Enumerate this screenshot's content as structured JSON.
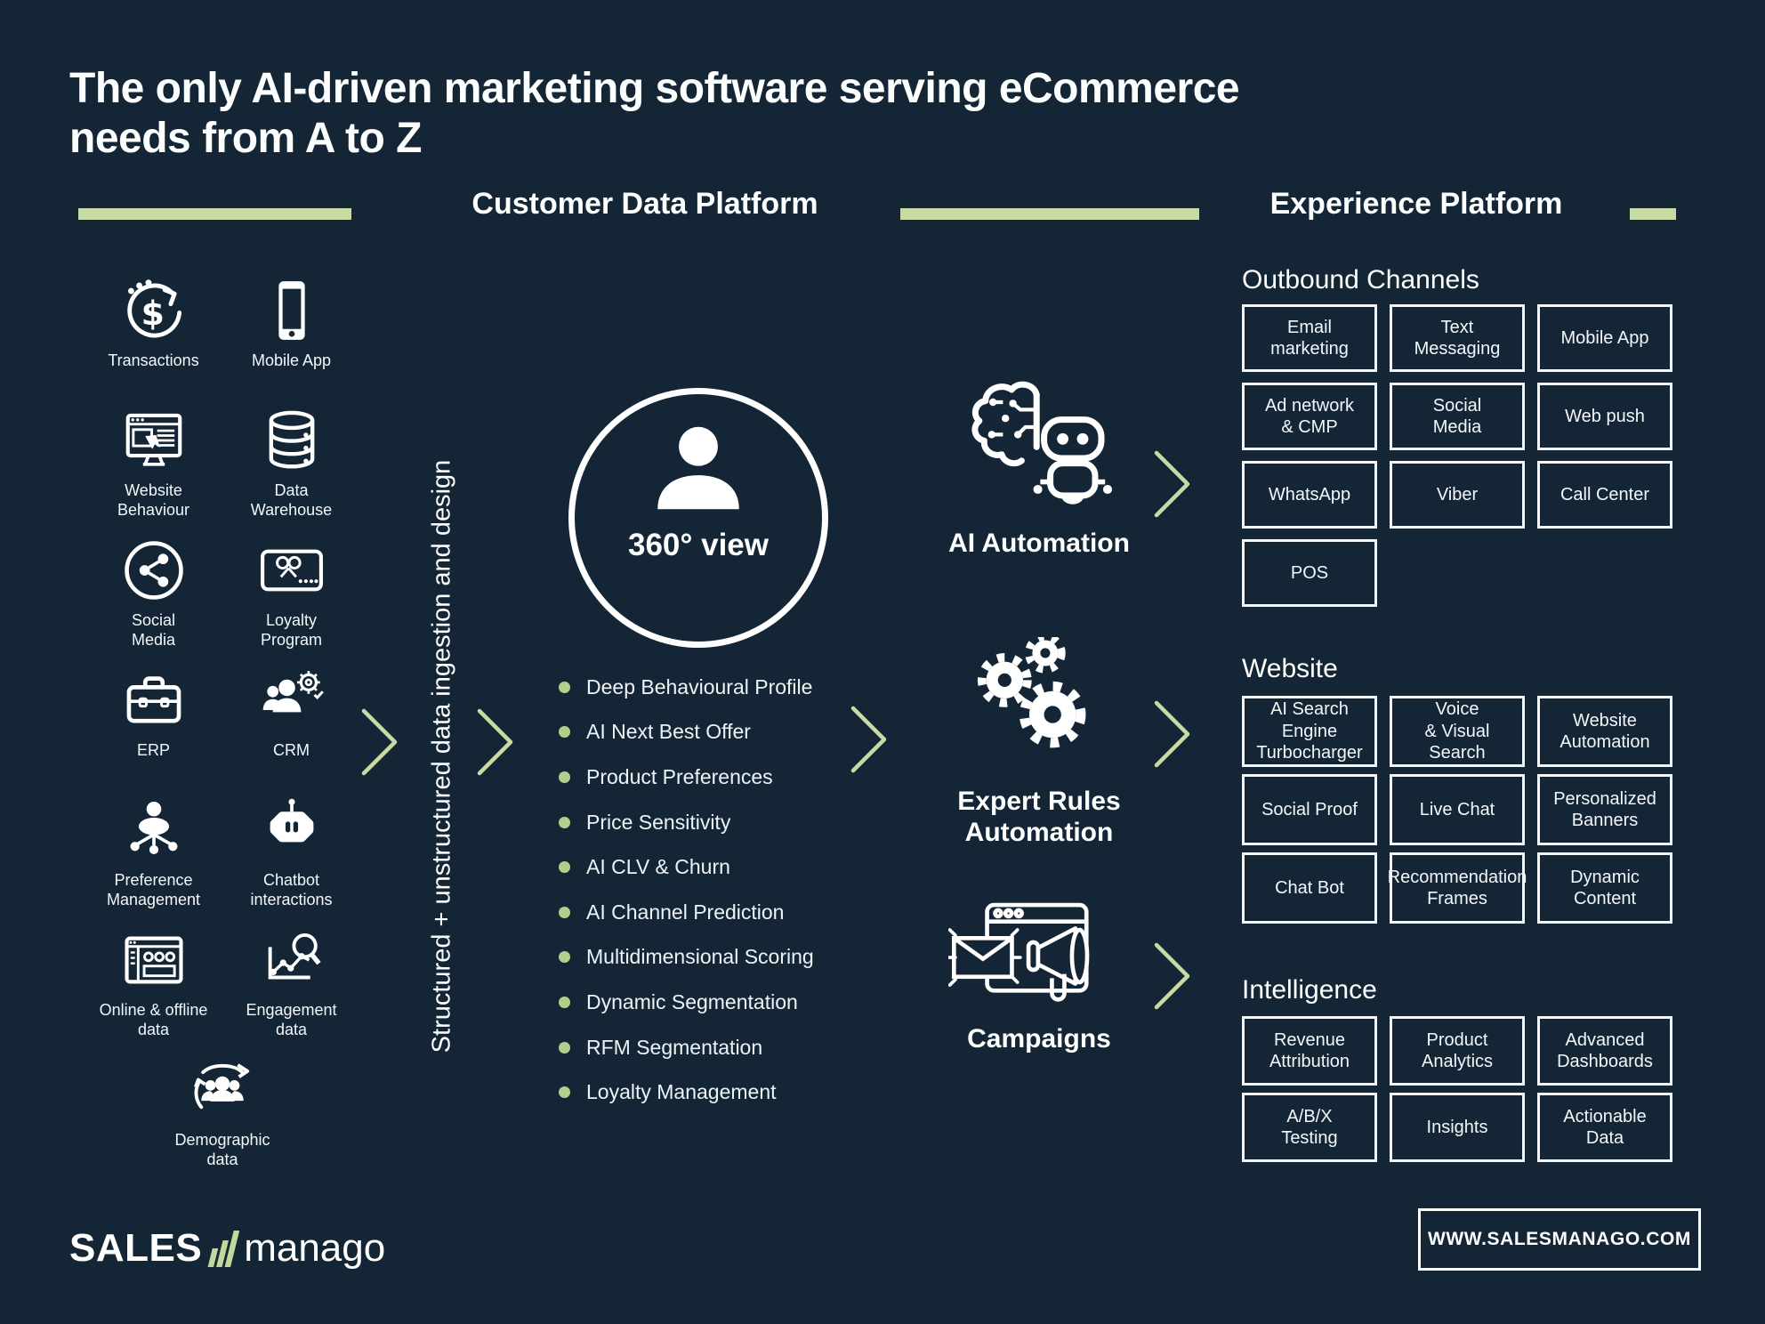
{
  "title": "The only AI-driven marketing software serving eCommerce\nneeds from A to Z",
  "platforms": {
    "cdp": "Customer Data Platform",
    "experience": "Experience Platform"
  },
  "ingestion_label": "Structured + unstructured data ingestion and design",
  "view_360_label": "360° view",
  "data_sources": [
    {
      "label": "Transactions",
      "icon": "transactions-icon"
    },
    {
      "label": "Mobile App",
      "icon": "mobile-app-icon"
    },
    {
      "label": "Website\nBehaviour",
      "icon": "website-behaviour-icon"
    },
    {
      "label": "Data\nWarehouse",
      "icon": "data-warehouse-icon"
    },
    {
      "label": "Social\nMedia",
      "icon": "social-media-icon"
    },
    {
      "label": "Loyalty\nProgram",
      "icon": "loyalty-program-icon"
    },
    {
      "label": "ERP",
      "icon": "erp-icon"
    },
    {
      "label": "CRM",
      "icon": "crm-icon"
    },
    {
      "label": "Preference\nManagement",
      "icon": "preference-management-icon"
    },
    {
      "label": "Chatbot\ninteractions",
      "icon": "chatbot-icon"
    },
    {
      "label": "Online & offline\ndata",
      "icon": "online-offline-data-icon"
    },
    {
      "label": "Engagement\ndata",
      "icon": "engagement-data-icon"
    },
    {
      "label": "Demographic\ndata",
      "icon": "demographic-data-icon"
    }
  ],
  "profile_items": [
    "Deep Behavioural Profile",
    "AI Next Best Offer",
    "Product Preferences",
    "Price Sensitivity",
    "AI  CLV & Churn",
    "AI Channel Prediction",
    "Multidimensional Scoring",
    "Dynamic Segmentation",
    "RFM Segmentation",
    "Loyalty Management"
  ],
  "automations": [
    {
      "label": "AI Automation",
      "icon": "ai-automation-icon"
    },
    {
      "label": "Expert Rules\nAutomation",
      "icon": "expert-rules-icon"
    },
    {
      "label": "Campaigns",
      "icon": "campaigns-icon"
    }
  ],
  "experience": {
    "outbound": {
      "heading": "Outbound Channels",
      "items": [
        "Email\nmarketing",
        "Text\nMessaging",
        "Mobile App",
        "Ad network\n& CMP",
        "Social\nMedia",
        "Web push",
        "WhatsApp",
        "Viber",
        "Call Center",
        "POS"
      ]
    },
    "website": {
      "heading": "Website",
      "items": [
        "AI Search\nEngine\nTurbocharger",
        "Voice\n& Visual\nSearch",
        "Website\nAutomation",
        "Social Proof",
        "Live Chat",
        "Personalized\nBanners",
        "Chat Bot",
        "Recommendation\nFrames",
        "Dynamic\nContent"
      ]
    },
    "intelligence": {
      "heading": "Intelligence",
      "items": [
        "Revenue\nAttribution",
        "Product\nAnalytics",
        "Advanced\nDashboards",
        "A/B/X\nTesting",
        "Insights",
        "Actionable\nData"
      ]
    }
  },
  "footer": {
    "logo_sales": "SALES",
    "logo_manago": "manago",
    "website_url": "WWW.SALESMANAGO.COM"
  },
  "colors": {
    "background": "#142636",
    "accent_green": "#c9dba4",
    "bullet_green": "#b5cd8d",
    "text_white": "#ffffff"
  }
}
